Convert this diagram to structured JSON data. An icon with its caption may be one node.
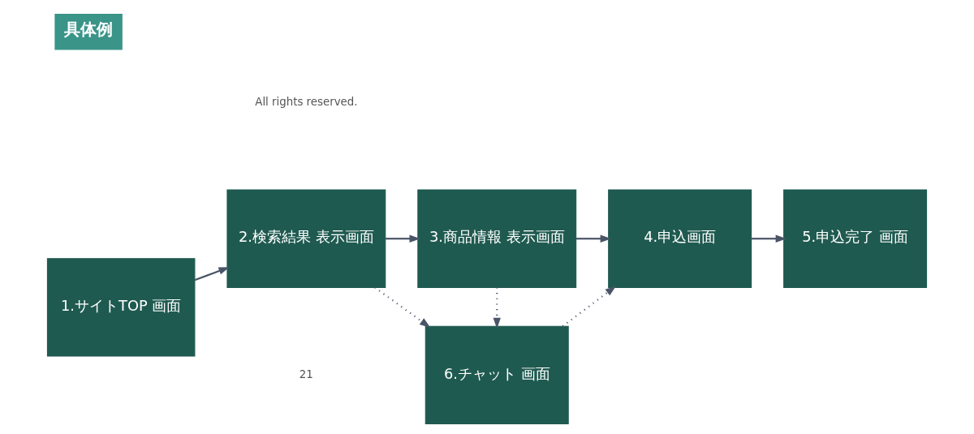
{
  "diagram": {
    "title": "具体例",
    "nodes": [
      {
        "text": [
          "1.サイトTOP 画面"
        ]
      },
      {
        "text": [
          "2.検索結果 表示画面"
        ]
      },
      {
        "text": [
          "3.商品情報 表示画面"
        ]
      },
      {
        "text": [
          "4.申込画面"
        ]
      },
      {
        "text": [
          "5.申込完了 画面"
        ]
      },
      {
        "text": [
          "6.チャット 画面"
        ]
      }
    ],
    "edges": [
      {
        "from": 0,
        "to": 1,
        "arrow": "to"
      },
      {
        "from": 1,
        "to": 2,
        "arrow": "to"
      },
      {
        "from": 2,
        "to": 3,
        "arrow": "to"
      },
      {
        "from": 3,
        "to": 4,
        "arrow": "to"
      },
      {
        "from": 1,
        "to": 5,
        "arrow": "to",
        "style": "dashed"
      },
      {
        "from": 2,
        "to": 5,
        "arrow": "to",
        "style": "dashed"
      },
      {
        "from": 5,
        "to": 3,
        "arrow": "to",
        "style": "dashed"
      }
    ],
    "labels": [
      "21",
      "All rights reserved."
    ]
  }
}
